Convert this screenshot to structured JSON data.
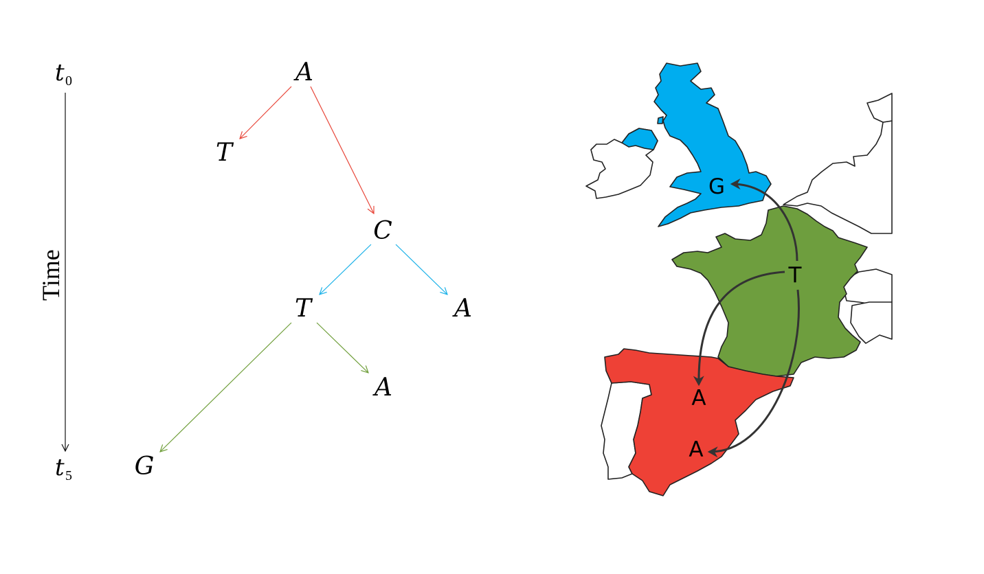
{
  "time_axis": {
    "start_label": "t",
    "start_subscript": "0",
    "end_label": "t",
    "end_subscript": "5",
    "axis_label": "Time"
  },
  "tree": {
    "nodes": {
      "root": "A",
      "left_leaf": "T",
      "mid": "C",
      "inner_t": "T",
      "right_a": "A",
      "inner_a": "A",
      "leaf_g": "G"
    },
    "colors": {
      "red": "#e8473a",
      "blue": "#1ab1e8",
      "green": "#6f9e3a"
    }
  },
  "map": {
    "labels": {
      "uk": "G",
      "france": "T",
      "spain_north": "A",
      "spain_south": "A"
    },
    "colors": {
      "uk": "#00adef",
      "france": "#6e9e3e",
      "spain": "#ee4136",
      "outline": "#222222",
      "arrow": "#333333"
    }
  }
}
